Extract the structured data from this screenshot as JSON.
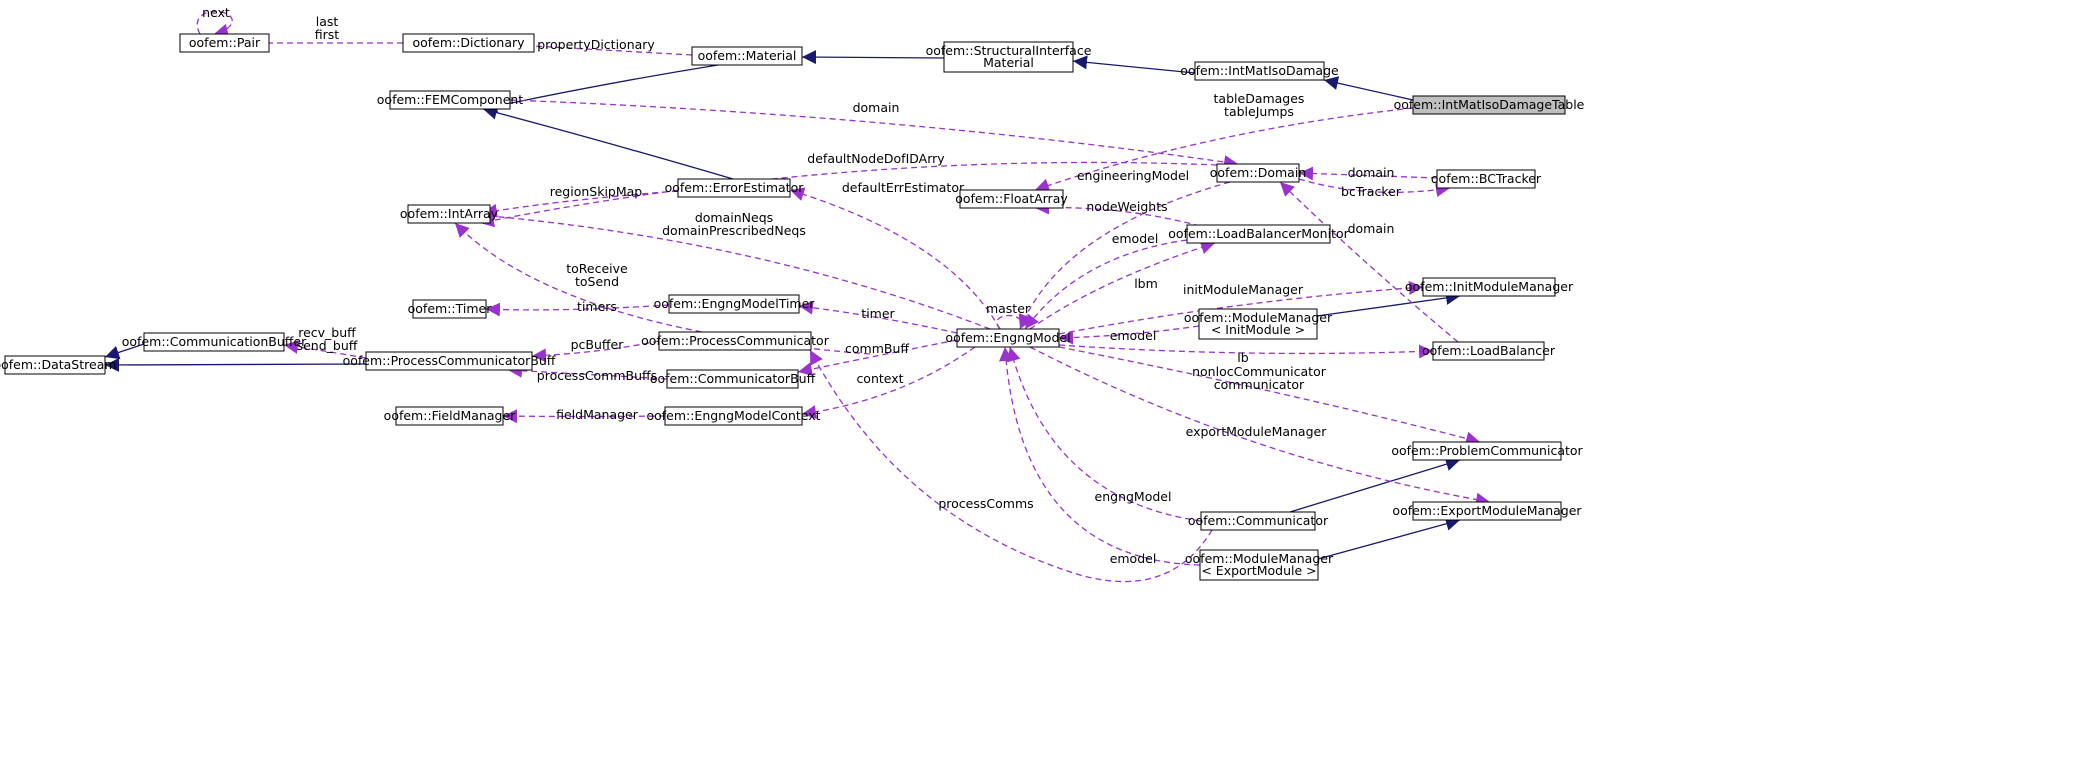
{
  "colors": {
    "inheritance": "#191970",
    "usage": "#9a32cd",
    "node_border": "#000000",
    "node_fill": "#ffffff",
    "highlight_fill": "#bfbfbf",
    "text": "#000000"
  },
  "nodes": [
    {
      "id": "pair",
      "lines": [
        "oofem::Pair"
      ]
    },
    {
      "id": "dictionary",
      "lines": [
        "oofem::Dictionary"
      ]
    },
    {
      "id": "material",
      "lines": [
        "oofem::Material"
      ]
    },
    {
      "id": "structural",
      "lines": [
        "oofem::StructuralInterface",
        "Material"
      ]
    },
    {
      "id": "intmatiso",
      "lines": [
        "oofem::IntMatIsoDamage"
      ]
    },
    {
      "id": "intmatisotable",
      "lines": [
        "oofem::IntMatIsoDamageTable"
      ],
      "highlight": true
    },
    {
      "id": "femcomponent",
      "lines": [
        "oofem::FEMComponent"
      ]
    },
    {
      "id": "errorestimator",
      "lines": [
        "oofem::ErrorEstimator"
      ]
    },
    {
      "id": "intarray",
      "lines": [
        "oofem::IntArray"
      ]
    },
    {
      "id": "floatarray",
      "lines": [
        "oofem::FloatArray"
      ]
    },
    {
      "id": "domain",
      "lines": [
        "oofem::Domain"
      ]
    },
    {
      "id": "bctracker",
      "lines": [
        "oofem::BCTracker"
      ]
    },
    {
      "id": "loadbalancermonitor",
      "lines": [
        "oofem::LoadBalancerMonitor"
      ]
    },
    {
      "id": "timer",
      "lines": [
        "oofem::Timer"
      ]
    },
    {
      "id": "engngmodeltimer",
      "lines": [
        "oofem::EngngModelTimer"
      ]
    },
    {
      "id": "engngmodel",
      "lines": [
        "oofem::EngngModel"
      ]
    },
    {
      "id": "initmodulemanager",
      "lines": [
        "oofem::InitModuleManager"
      ]
    },
    {
      "id": "modulemanagerinit",
      "lines": [
        "oofem::ModuleManager",
        "< InitModule >"
      ]
    },
    {
      "id": "loadbalancer",
      "lines": [
        "oofem::LoadBalancer"
      ]
    },
    {
      "id": "communicationbuffer",
      "lines": [
        "oofem::CommunicationBuffer"
      ]
    },
    {
      "id": "datastream",
      "lines": [
        "oofem::DataStream"
      ]
    },
    {
      "id": "processcommunicatorbuff",
      "lines": [
        "oofem::ProcessCommunicatorBuff"
      ]
    },
    {
      "id": "processcommunicator",
      "lines": [
        "oofem::ProcessCommunicator"
      ]
    },
    {
      "id": "communicatorbuff",
      "lines": [
        "oofem::CommunicatorBuff"
      ]
    },
    {
      "id": "fieldmanager",
      "lines": [
        "oofem::FieldManager"
      ]
    },
    {
      "id": "engngmodelcontext",
      "lines": [
        "oofem::EngngModelContext"
      ]
    },
    {
      "id": "problemcommunicator",
      "lines": [
        "oofem::ProblemCommunicator"
      ]
    },
    {
      "id": "communicator",
      "lines": [
        "oofem::Communicator"
      ]
    },
    {
      "id": "exportmodulemanager",
      "lines": [
        "oofem::ExportModuleManager"
      ]
    },
    {
      "id": "modulemanagerexport",
      "lines": [
        "oofem::ModuleManager",
        "< ExportModule >"
      ]
    }
  ],
  "edges": [
    {
      "from": "material",
      "to": "femcomponent",
      "kind": "inheritance"
    },
    {
      "from": "structural",
      "to": "material",
      "kind": "inheritance"
    },
    {
      "from": "intmatiso",
      "to": "structural",
      "kind": "inheritance"
    },
    {
      "from": "intmatisotable",
      "to": "intmatiso",
      "kind": "inheritance"
    },
    {
      "from": "errorestimator",
      "to": "femcomponent",
      "kind": "inheritance"
    },
    {
      "from": "communicationbuffer",
      "to": "datastream",
      "kind": "inheritance"
    },
    {
      "from": "processcommunicatorbuff",
      "to": "datastream",
      "kind": "inheritance"
    },
    {
      "from": "modulemanagerinit",
      "to": "initmodulemanager",
      "kind": "inheritance"
    },
    {
      "from": "communicator",
      "to": "problemcommunicator",
      "kind": "inheritance"
    },
    {
      "from": "modulemanagerexport",
      "to": "exportmodulemanager",
      "kind": "inheritance"
    },
    {
      "from": "pair",
      "to": "pair",
      "kind": "usage",
      "label": [
        "next"
      ]
    },
    {
      "from": "dictionary",
      "to": "pair",
      "kind": "usage",
      "label": [
        "last",
        "first"
      ]
    },
    {
      "from": "material",
      "to": "dictionary",
      "kind": "usage",
      "label": [
        "propertyDictionary"
      ]
    },
    {
      "from": "femcomponent",
      "to": "domain",
      "kind": "usage",
      "label": [
        "domain"
      ]
    },
    {
      "from": "intmatisotable",
      "to": "floatarray",
      "kind": "usage",
      "label": [
        "tableDamages",
        "tableJumps"
      ]
    },
    {
      "from": "domain",
      "to": "intarray",
      "kind": "usage",
      "label": [
        "defaultNodeDofIDArry"
      ]
    },
    {
      "from": "errorestimator",
      "to": "intarray",
      "kind": "usage",
      "label": [
        "regionSkipMap"
      ]
    },
    {
      "from": "engngmodel",
      "to": "errorestimator",
      "kind": "usage",
      "label": [
        "defaultErrEstimator"
      ]
    },
    {
      "from": "domain",
      "to": "engngmodel",
      "kind": "usage",
      "label": [
        "engineeringModel"
      ]
    },
    {
      "from": "bctracker",
      "to": "domain",
      "kind": "usage",
      "label": [
        "domain"
      ]
    },
    {
      "from": "domain",
      "to": "bctracker",
      "kind": "usage",
      "label": [
        "bcTracker"
      ]
    },
    {
      "from": "loadbalancer",
      "to": "domain",
      "kind": "usage",
      "label": [
        "domain"
      ]
    },
    {
      "from": "loadbalancermonitor",
      "to": "floatarray",
      "kind": "usage",
      "label": [
        "nodeWeights"
      ]
    },
    {
      "from": "loadbalancermonitor",
      "to": "engngmodel",
      "kind": "usage",
      "label": [
        "emodel"
      ]
    },
    {
      "from": "engngmodel",
      "to": "loadbalancermonitor",
      "kind": "usage",
      "label": [
        "lbm"
      ]
    },
    {
      "from": "engngmodel",
      "to": "intarray",
      "kind": "usage",
      "label": [
        "domainNeqs",
        "domainPrescribedNeqs"
      ]
    },
    {
      "from": "processcommunicator",
      "to": "intarray",
      "kind": "usage",
      "label": [
        "toReceive",
        "toSend"
      ]
    },
    {
      "from": "engngmodeltimer",
      "to": "timer",
      "kind": "usage",
      "label": [
        "timers"
      ]
    },
    {
      "from": "engngmodel",
      "to": "engngmodeltimer",
      "kind": "usage",
      "label": [
        "timer"
      ]
    },
    {
      "from": "engngmodel",
      "to": "engngmodel",
      "kind": "usage",
      "label": [
        "master"
      ]
    },
    {
      "from": "engngmodel",
      "to": "initmodulemanager",
      "kind": "usage",
      "label": [
        "initModuleManager"
      ]
    },
    {
      "from": "modulemanagerinit",
      "to": "engngmodel",
      "kind": "usage",
      "label": [
        "emodel"
      ]
    },
    {
      "from": "engngmodel",
      "to": "loadbalancer",
      "kind": "usage",
      "label": [
        "lb"
      ]
    },
    {
      "from": "processcommunicatorbuff",
      "to": "communicationbuffer",
      "kind": "usage",
      "label": [
        "recv_buff",
        "send_buff"
      ]
    },
    {
      "from": "processcommunicator",
      "to": "processcommunicatorbuff",
      "kind": "usage",
      "label": [
        "pcBuffer"
      ]
    },
    {
      "from": "communicatorbuff",
      "to": "processcommunicatorbuff",
      "kind": "usage",
      "label": [
        "processCommBuffs"
      ]
    },
    {
      "from": "engngmodel",
      "to": "communicatorbuff",
      "kind": "usage",
      "label": [
        "commBuff"
      ]
    },
    {
      "from": "engngmodel",
      "to": "engngmodelcontext",
      "kind": "usage",
      "label": [
        "context"
      ]
    },
    {
      "from": "engngmodelcontext",
      "to": "fieldmanager",
      "kind": "usage",
      "label": [
        "fieldManager"
      ]
    },
    {
      "from": "engngmodel",
      "to": "problemcommunicator",
      "kind": "usage",
      "label": [
        "nonlocCommunicator",
        "communicator"
      ]
    },
    {
      "from": "engngmodel",
      "to": "exportmodulemanager",
      "kind": "usage",
      "label": [
        "exportModuleManager"
      ]
    },
    {
      "from": "communicator",
      "to": "engngmodel",
      "kind": "usage",
      "label": [
        "engngModel"
      ]
    },
    {
      "from": "modulemanagerexport",
      "to": "engngmodel",
      "kind": "usage",
      "label": [
        "emodel"
      ]
    },
    {
      "from": "communicator",
      "to": "processcommunicator",
      "kind": "usage",
      "label": [
        "processComms"
      ]
    }
  ]
}
